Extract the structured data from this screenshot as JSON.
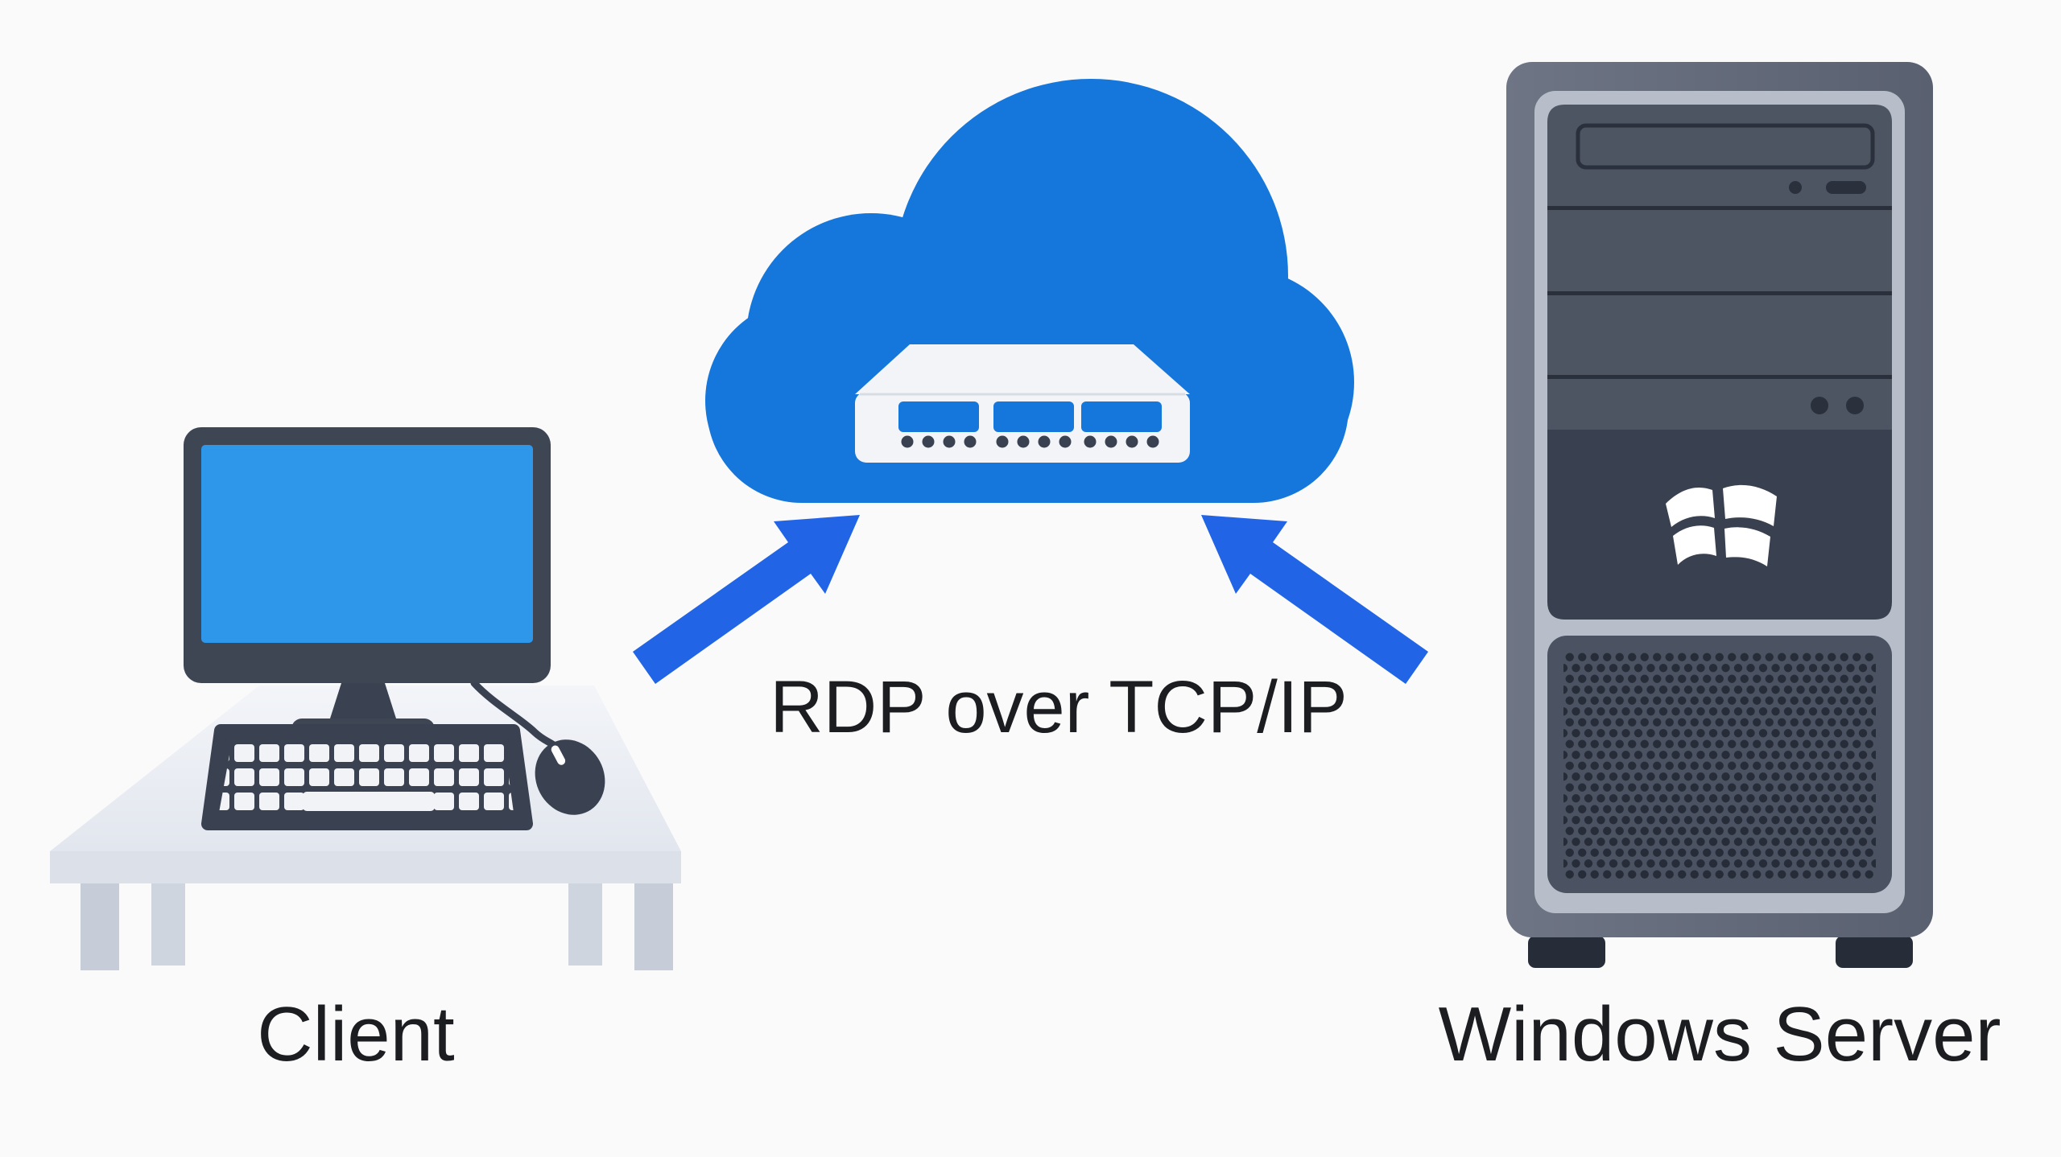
{
  "diagram_type": "network-connection-diagram",
  "labels": {
    "client": "Client",
    "server": "Windows Server",
    "connection": "RDP over TCP/IP"
  },
  "icons": {
    "client_node": "desktop-computer-icon",
    "network_node": "cloud-icon",
    "network_device": "router-icon",
    "server_node": "server-tower-icon",
    "server_brand": "windows-logo-icon",
    "link_left": "arrow-up-right-icon",
    "link_right": "arrow-up-left-icon"
  },
  "colors": {
    "background": "#FAFAFB",
    "cloud_blue": "#1577DB",
    "port_blue": "#1577DB",
    "screen_blue": "#2F97E9",
    "arrow_blue": "#2165E6",
    "slate_dark": "#3A4150",
    "slate_bezel": "#3E4553",
    "router_white": "#F2F4F7",
    "desk_top": "#EFF2F6",
    "desk_edge": "#DCE0E8",
    "desk_leg": "#C6CCD8",
    "desk_leg_back": "#CfD5DF",
    "key_white": "#F1F3F7",
    "server_case_light": "#6E7585",
    "server_case_dark": "#596070",
    "server_silver": "#B8BEC9",
    "server_panel": "#4D5462",
    "server_logo_panel": "#394050",
    "server_grill": "#4B5262",
    "server_detail_dark": "#2A303C",
    "grill_dot": "#272D38",
    "foot_dark": "#272D38",
    "text_color": "#1B1D20",
    "white": "#FFFFFF"
  }
}
